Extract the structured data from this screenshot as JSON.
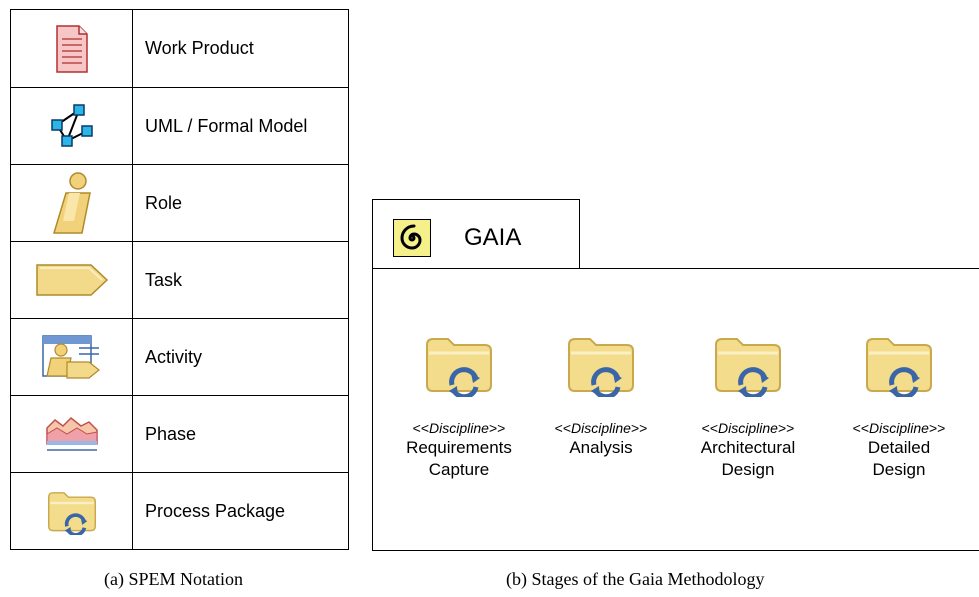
{
  "spem": {
    "rows": [
      {
        "label": "Work Product",
        "icon": "work-product-icon"
      },
      {
        "label": "UML / Formal Model",
        "icon": "uml-model-icon"
      },
      {
        "label": "Role",
        "icon": "role-icon"
      },
      {
        "label": "Task",
        "icon": "task-icon"
      },
      {
        "label": "Activity",
        "icon": "activity-icon"
      },
      {
        "label": "Phase",
        "icon": "phase-icon"
      },
      {
        "label": "Process Package",
        "icon": "process-package-icon"
      }
    ],
    "caption": "(a)  SPEM Notation"
  },
  "gaia": {
    "title": "GAIA",
    "logo_icon": "spiral-icon",
    "disciplines": [
      {
        "stereo_open": "<<",
        "stereo_word": "Discipline",
        "stereo_close": ">>",
        "name": "Requirements\nCapture"
      },
      {
        "stereo_open": "<<",
        "stereo_word": "Discipline",
        "stereo_close": ">>",
        "name": "Analysis"
      },
      {
        "stereo_open": "<<",
        "stereo_word": "Discipline",
        "stereo_close": ">>",
        "name": "Architectural\nDesign"
      },
      {
        "stereo_open": "<<",
        "stereo_word": "Discipline",
        "stereo_close": ">>",
        "name": "Detailed\nDesign"
      }
    ],
    "caption": "(b)  Stages of the Gaia Methodology"
  },
  "colors": {
    "folder_fill": "#f3dd8c",
    "folder_edge": "#c9a94c",
    "cycle_blue": "#3a66a8",
    "doc_pink": "#f7c6c6",
    "model_cyan": "#2bb6e8",
    "role_gold": "#f1d27a",
    "logo_yellow": "#f5f08a"
  }
}
